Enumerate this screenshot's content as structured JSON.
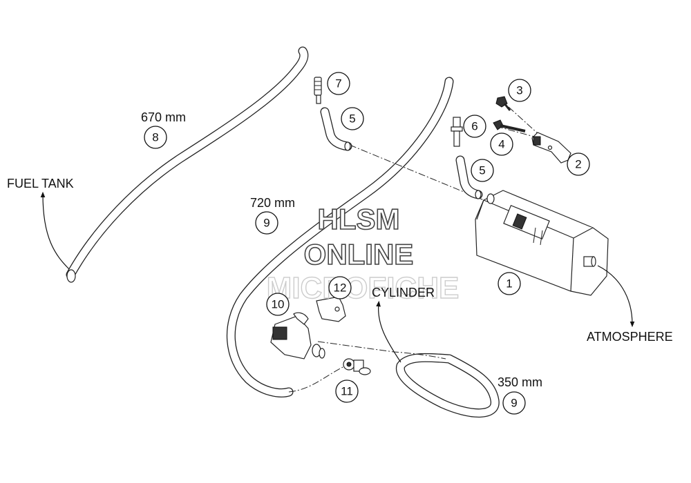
{
  "labels": {
    "fuel_tank": "FUEL TANK",
    "atmosphere": "ATMOSPHERE",
    "cylinder": "CYLINDER",
    "len_670": "670 mm",
    "len_720": "720 mm",
    "len_350": "350 mm"
  },
  "callouts": {
    "c1": "1",
    "c2": "2",
    "c3": "3",
    "c4": "4",
    "c5a": "5",
    "c5b": "5",
    "c6": "6",
    "c7": "7",
    "c8": "8",
    "c9a": "9",
    "c9b": "9",
    "c10": "10",
    "c11": "11",
    "c12": "12"
  },
  "watermark": {
    "line1": "HLSM",
    "line2": "ONLINE",
    "line3": "MICROFICHE"
  }
}
